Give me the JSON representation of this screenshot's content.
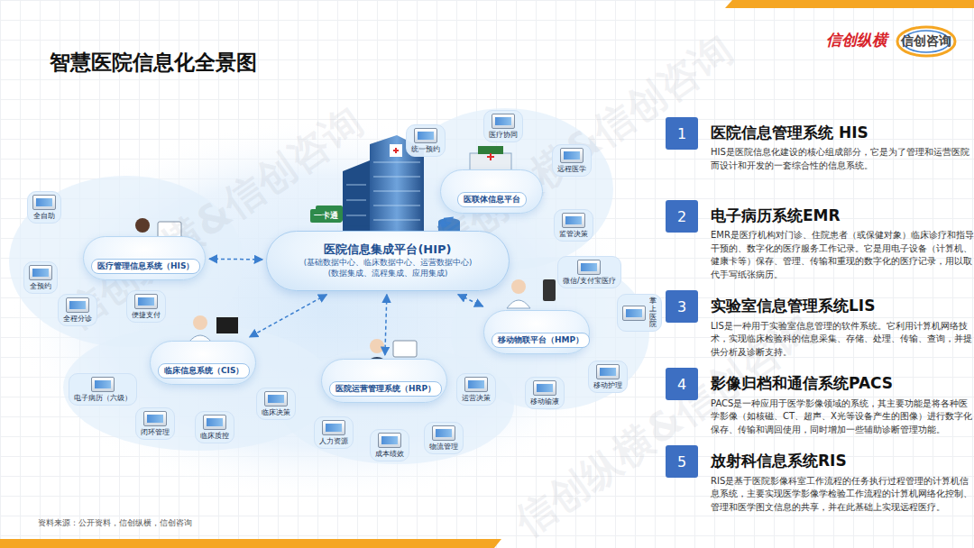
{
  "diagram": {
    "title": "智慧医院信息化全景图",
    "nodes": [
      {
        "text": [
          "医院信息集成平台(HIP)",
          "(基础数据中心、临床数据中心、运营数据中心)",
          "(数据集成、流程集成、应用集成)"
        ]
      },
      {
        "text": [
          "医疗管理信息系统（HIS）"
        ]
      },
      {
        "text": [
          "全自助"
        ]
      },
      {
        "text": [
          "全预约"
        ]
      },
      {
        "text": [
          "全程分诊"
        ]
      },
      {
        "text": [
          "便捷支付"
        ]
      },
      {
        "text": [
          "医联体信息平台"
        ]
      },
      {
        "text": [
          "统一预约"
        ]
      },
      {
        "text": [
          "医疗协同"
        ]
      },
      {
        "text": [
          "远程医学"
        ]
      },
      {
        "text": [
          "监管决策"
        ]
      },
      {
        "text": [
          "移动物联平台（HMP）"
        ]
      },
      {
        "text": [
          "微信/支付宝医疗"
        ]
      },
      {
        "text": [
          "掌上医院"
        ]
      },
      {
        "text": [
          "移动护理"
        ]
      },
      {
        "text": [
          "移动输液"
        ]
      },
      {
        "text": [
          "临床信息系统（CIS）"
        ]
      },
      {
        "text": [
          "电子病历（六级）"
        ]
      },
      {
        "text": [
          "闭环管理"
        ]
      },
      {
        "text": [
          "临床质控"
        ]
      },
      {
        "text": [
          "临床决策"
        ]
      },
      {
        "text": [
          "医院运营管理系统（HRP）"
        ]
      },
      {
        "text": [
          "运营决策"
        ]
      },
      {
        "text": [
          "物流管理"
        ]
      },
      {
        "text": [
          "成本绩效"
        ]
      },
      {
        "text": [
          "人力资源"
        ]
      },
      {
        "text": [
          "1"
        ]
      },
      {
        "text": [
          "2"
        ]
      },
      {
        "text": [
          "3"
        ]
      },
      {
        "text": [
          "4"
        ]
      },
      {
        "text": [
          "5"
        ]
      }
    ],
    "edges": [
      {
        "from": 0,
        "to": 1,
        "arrow": "both"
      },
      {
        "from": 0,
        "to": 6,
        "arrow": "both"
      },
      {
        "from": 0,
        "to": 11,
        "arrow": "both"
      },
      {
        "from": 0,
        "to": 16,
        "arrow": "both"
      },
      {
        "from": 0,
        "to": 21,
        "arrow": "both"
      }
    ],
    "labels": [
      "信创纵横",
      "信创咨询",
      "一卡通",
      "医院信息管理系统 HIS",
      "HIS是医院信息化建设的核心组成部分，它是为了管理和运营医院而设计和开发的一套综合性的信息系统。",
      "电子病历系统EMR",
      "EMR是医疗机构对门诊、住院患者（或保健对象）临床诊疗和指导干预的、数字化的医疗服务工作记录。它是用电子设备（计算机、健康卡等）保存、管理、传输和重现的数字化的医疗记录，用以取代手写纸张病历。",
      "实验室信息管理系统LIS",
      "LIS是一种用于实验室信息管理的软件系统。它利用计算机网络技术，实现临床检验科的信息采集、存储、处理、传输、查询，并提供分析及诊断支持。",
      "影像归档和通信系统PACS",
      "PACS是一种应用于医学影像领域的系统，其主要功能是将各种医学影像（如核磁、CT、超声、X光等设备产生的图像）进行数字化保存、传输和调回使用，同时增加一些辅助诊断管理功能。",
      "放射科信息系统RIS",
      "RIS是基于医院影像科室工作流程的任务执行过程管理的计算机信息系统，主要实现医学影像学检验工作流程的计算机网络化控制、管理和医学图文信息的共享，并在此基础上实现远程医疗。",
      "资料来源：公开资料，信创纵横，信创咨询",
      "信创纵横&信创咨询",
      "信创纵横&信创咨询",
      "信创纵横&信创咨询"
    ]
  }
}
